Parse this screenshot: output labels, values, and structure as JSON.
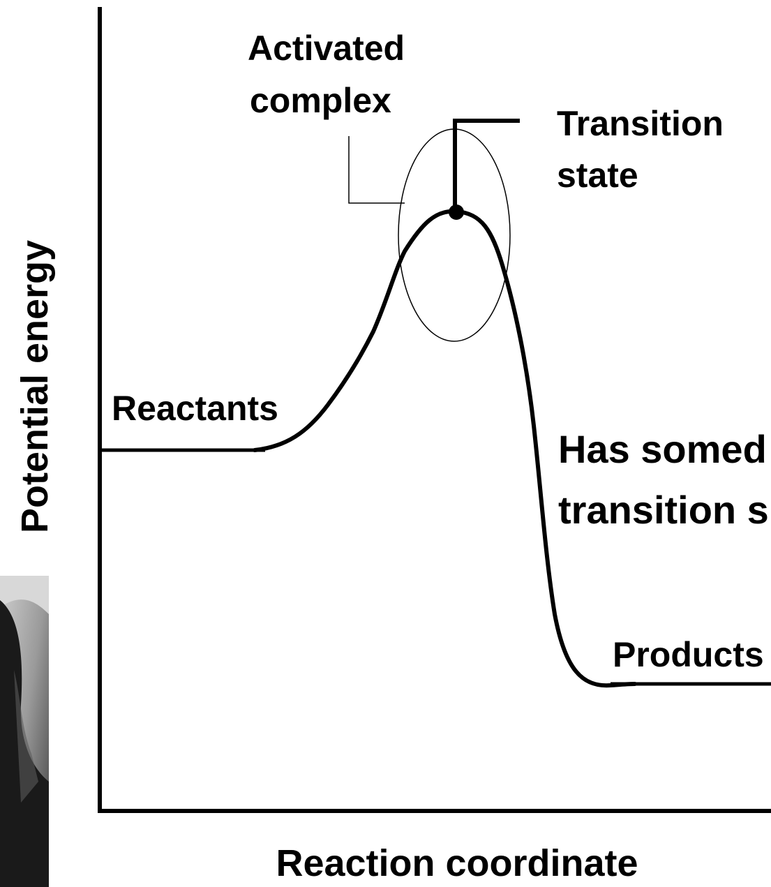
{
  "diagram": {
    "y_axis_label": "Potential energy",
    "x_axis_label": "Reaction coordinate",
    "labels": {
      "activated_complex_line1": "Activated",
      "activated_complex_line2": "complex",
      "transition_state_line1": "Transition",
      "transition_state_line2": "state",
      "reactants": "Reactants",
      "products": "Products"
    },
    "callout": {
      "line1": "Has somed",
      "line2": "transition s",
      "color": "#ff0000"
    }
  },
  "photo": {
    "description_icon": "person-photo"
  },
  "colors": {
    "curve": "#000000",
    "text": "#000000",
    "highlight": "#ff0000",
    "background": "#ffffff"
  }
}
